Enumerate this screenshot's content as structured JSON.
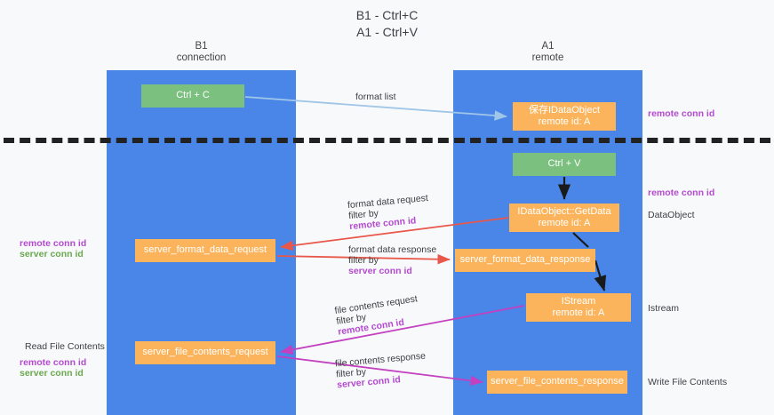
{
  "title": {
    "line1": "B1 - Ctrl+C",
    "line2": "A1 - Ctrl+V"
  },
  "lanes": [
    {
      "id": "b1",
      "name": "B1",
      "role": "connection",
      "color": "#4a86e8"
    },
    {
      "id": "a1",
      "name": "A1",
      "role": "remote",
      "color": "#4a86e8"
    }
  ],
  "colors": {
    "lane": "#4a86e8",
    "green_node": "#7bc07f",
    "orange_node": "#fbb45c",
    "remote_conn_id": "#b44ad0",
    "server_conn_id": "#6aa84f",
    "arrow_format_list": "#9fc5e8",
    "arrow_format_data": "#e8574a",
    "arrow_file_contents": "#c340c0",
    "arrow_local": "#222222",
    "divider": "#222222"
  },
  "nodes": {
    "ctrl_c": {
      "label": "Ctrl + C"
    },
    "save_idataobject": {
      "label": "保存IDataObject",
      "sub": "remote id: A"
    },
    "ctrl_v": {
      "label": "Ctrl + V"
    },
    "getdata": {
      "label": "IDataObject::GetData",
      "sub": "remote id: A"
    },
    "server_format_data_request": {
      "label": "server_format_data_request"
    },
    "server_format_data_response": {
      "label": "server_format_data_response"
    },
    "istream": {
      "label": "IStream",
      "sub": "remote id: A"
    },
    "server_file_contents_request": {
      "label": "server_file_contents_request"
    },
    "server_file_contents_response": {
      "label": "server_file_contents_response"
    }
  },
  "edge_labels": {
    "format_list": "format list",
    "format_data_request": "format data request",
    "format_data_request_filter_prefix": "filter by ",
    "format_data_request_filter_key": "remote conn id",
    "format_data_response": "format data response",
    "format_data_response_filter_prefix": "filter by ",
    "format_data_response_filter_key": "server conn id",
    "file_contents_request": "file contents request",
    "file_contents_request_filter_prefix": "filter by ",
    "file_contents_request_filter_key": "remote conn id",
    "file_contents_response": "file contents response",
    "file_contents_response_filter_prefix": "filter by ",
    "file_contents_response_filter_key": "server conn id"
  },
  "side_labels": {
    "right_remote_conn_id_top": "remote conn id",
    "right_remote_conn_id_mid": "remote conn id",
    "right_dataobject": "DataObject",
    "right_istream": "Istream",
    "right_write_file_contents": "Write File Contents",
    "left_remote_conn_id_mid": "remote conn id",
    "left_server_conn_id_mid": "server conn id",
    "left_read_file_contents": "Read File Contents",
    "left_remote_conn_id_bottom": "remote conn id",
    "left_server_conn_id_bottom": "server conn id"
  }
}
